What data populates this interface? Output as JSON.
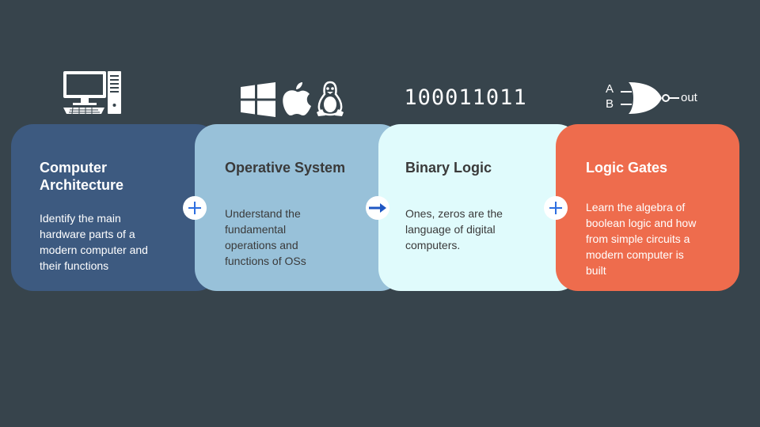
{
  "steps": [
    {
      "title": "Computer\nArchitecture",
      "description": "Identify the main\nhardware parts of a\nmodern computer and\ntheir functions",
      "icon": "desktop-computer-icon",
      "color": "#3d5a80"
    },
    {
      "title": "Operative System",
      "description": "Understand the\nfundamental\noperations and\nfunctions of OSs",
      "icons": [
        "windows-icon",
        "apple-icon",
        "linux-icon"
      ],
      "color": "#98c1d9"
    },
    {
      "title": "Binary Logic",
      "description": "Ones, zeros are the\nlanguage of digital\ncomputers.",
      "header_text": "100011011",
      "color": "#e0fbfc"
    },
    {
      "title": "Logic Gates",
      "description": "Learn the algebra of\nboolean logic and how\nfrom simple circuits a\nmodern computer is\nbuilt",
      "gate": {
        "input_a": "A",
        "input_b": "B",
        "output": "out"
      },
      "icon": "nand-gate-icon",
      "color": "#ee6c4d"
    }
  ],
  "connectors": [
    "plus-icon",
    "arrow-right-icon",
    "plus-icon"
  ],
  "colors": {
    "background": "#37444c",
    "connector_icon": "#2d6ee0"
  }
}
